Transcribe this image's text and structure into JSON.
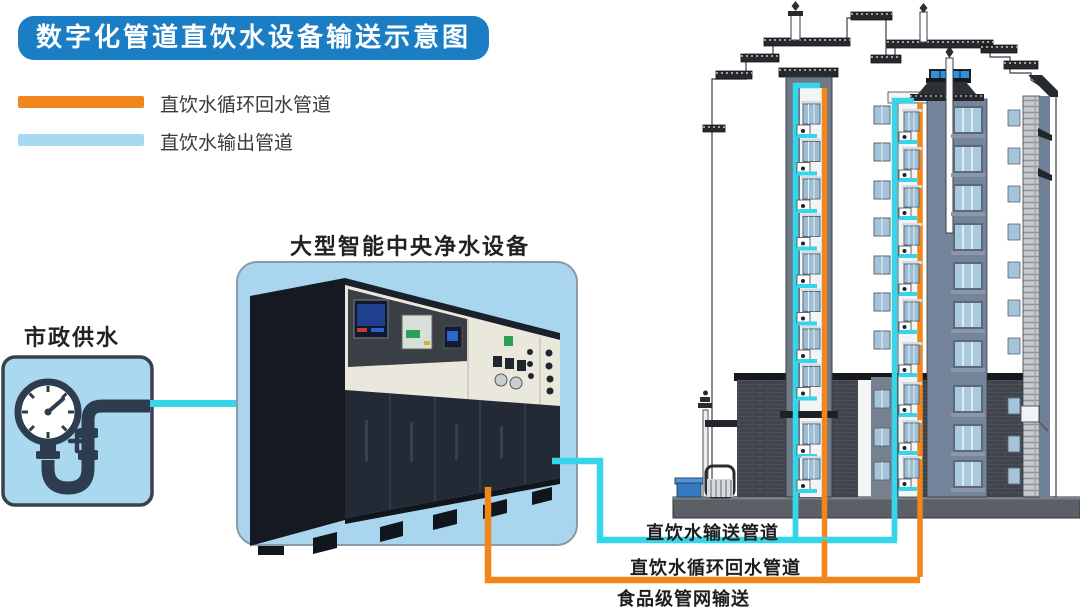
{
  "title": "数字化管道直饮水设备输送示意图",
  "legend": {
    "items": [
      {
        "id": "return-pipe",
        "label": "直饮水循环回水管道",
        "color": "#F0861C"
      },
      {
        "id": "output-pipe",
        "label": "直饮水输出管道",
        "color": "#A8D9F2"
      }
    ]
  },
  "municipal_supply": {
    "label": "市政供水",
    "icon": "pressure-gauge-valve-icon"
  },
  "equipment": {
    "label": "大型智能中央净水设备",
    "icon": "central-water-purifier-machine"
  },
  "building": {
    "icon": "residential-apartment-building",
    "features": [
      "floor-dispenser-units",
      "rooftop-solar-panel",
      "pipe-chases"
    ]
  },
  "pipes": {
    "delivery_label": "直饮水输送管道",
    "return_label": "直饮水循环回水管道",
    "food_grade_label": "食品级管网输送",
    "delivery_color": "#35D6EA",
    "return_color": "#F0861C"
  },
  "colors": {
    "title_bg": "#1B7EC4",
    "panel_blue": "#A9D6EE",
    "building_roof": "#26292E",
    "podium_brick": "#3F444C"
  }
}
